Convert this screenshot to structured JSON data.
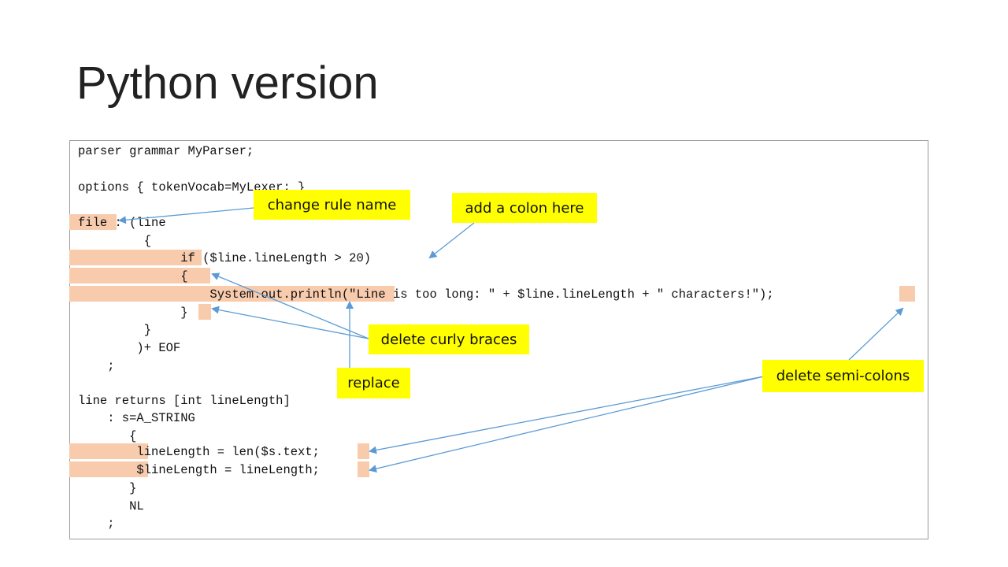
{
  "slide": {
    "title": "Python version"
  },
  "code": {
    "lines": [
      "parser grammar MyParser;",
      "",
      "options { tokenVocab=MyLexer; }",
      "",
      "file : (line",
      "         {",
      "              if ($line.lineLength > 20)",
      "              {",
      "                  System.out.println(\"Line is too long: \" + $line.lineLength + \" characters!\");",
      "              }",
      "         }",
      "        )+ EOF",
      "    ;",
      "",
      "line returns [int lineLength]",
      "    : s=A_STRING",
      "       {",
      "        lineLength = len($s.text;",
      "        $lineLength = lineLength;",
      "       }",
      "       NL",
      "    ;"
    ]
  },
  "annotations": {
    "change_rule_name": "change rule name",
    "add_colon": "add a colon here",
    "delete_curly_braces": "delete curly braces",
    "replace": "replace",
    "delete_semicolons": "delete semi-colons"
  },
  "colors": {
    "highlight": "#f8cbad",
    "note_background": "#ffff00",
    "arrow": "#5b9bd5"
  }
}
